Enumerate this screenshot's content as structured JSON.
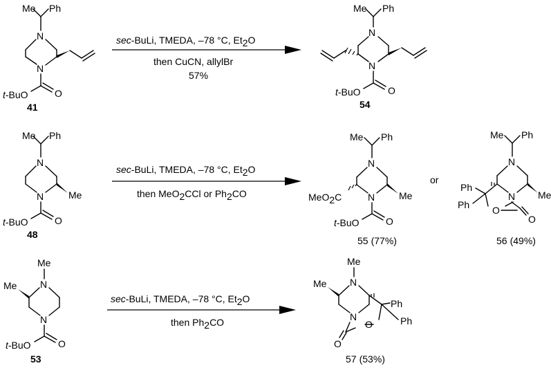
{
  "reactions": [
    {
      "reagents_line1": {
        "italic": "sec",
        "rest": "-BuLi, TMEDA, –78 °C, Et",
        "sub": "2",
        "tail": "O"
      },
      "reagents_line2": "then CuCN, allylBr",
      "yield": "57%"
    },
    {
      "reagents_line1": {
        "italic": "sec",
        "rest": "-BuLi, TMEDA, –78 °C, Et",
        "sub": "2",
        "tail": "O"
      },
      "reagents_line2": {
        "a": "then MeO",
        "b": "CCl or Ph",
        "c": "CO",
        "sub": "2"
      },
      "or_label": "or"
    },
    {
      "reagents_line1": {
        "italic": "sec",
        "rest": "-BuLi, TMEDA, –78 °C, Et",
        "sub": "2",
        "tail": "O"
      },
      "reagents_line2": {
        "a": "then Ph",
        "sub": "2",
        "tail": "CO"
      }
    }
  ],
  "compounds": {
    "c41": {
      "number": "41"
    },
    "c54": {
      "number": "54"
    },
    "c48": {
      "number": "48"
    },
    "c55": {
      "number": "55",
      "yield": "(77%)"
    },
    "c56": {
      "number": "56",
      "yield": "(49%)"
    },
    "c53": {
      "number": "53"
    },
    "c57": {
      "number": "57",
      "yield": "(53%)"
    }
  },
  "atoms": {
    "N": "N",
    "O": "O",
    "Me": "Me",
    "Ph": "Ph",
    "tBu_italic": "t",
    "tBu_rest": "-BuO",
    "MeO2C_a": "MeO",
    "MeO2C_sub": "2",
    "MeO2C_c": "C"
  }
}
